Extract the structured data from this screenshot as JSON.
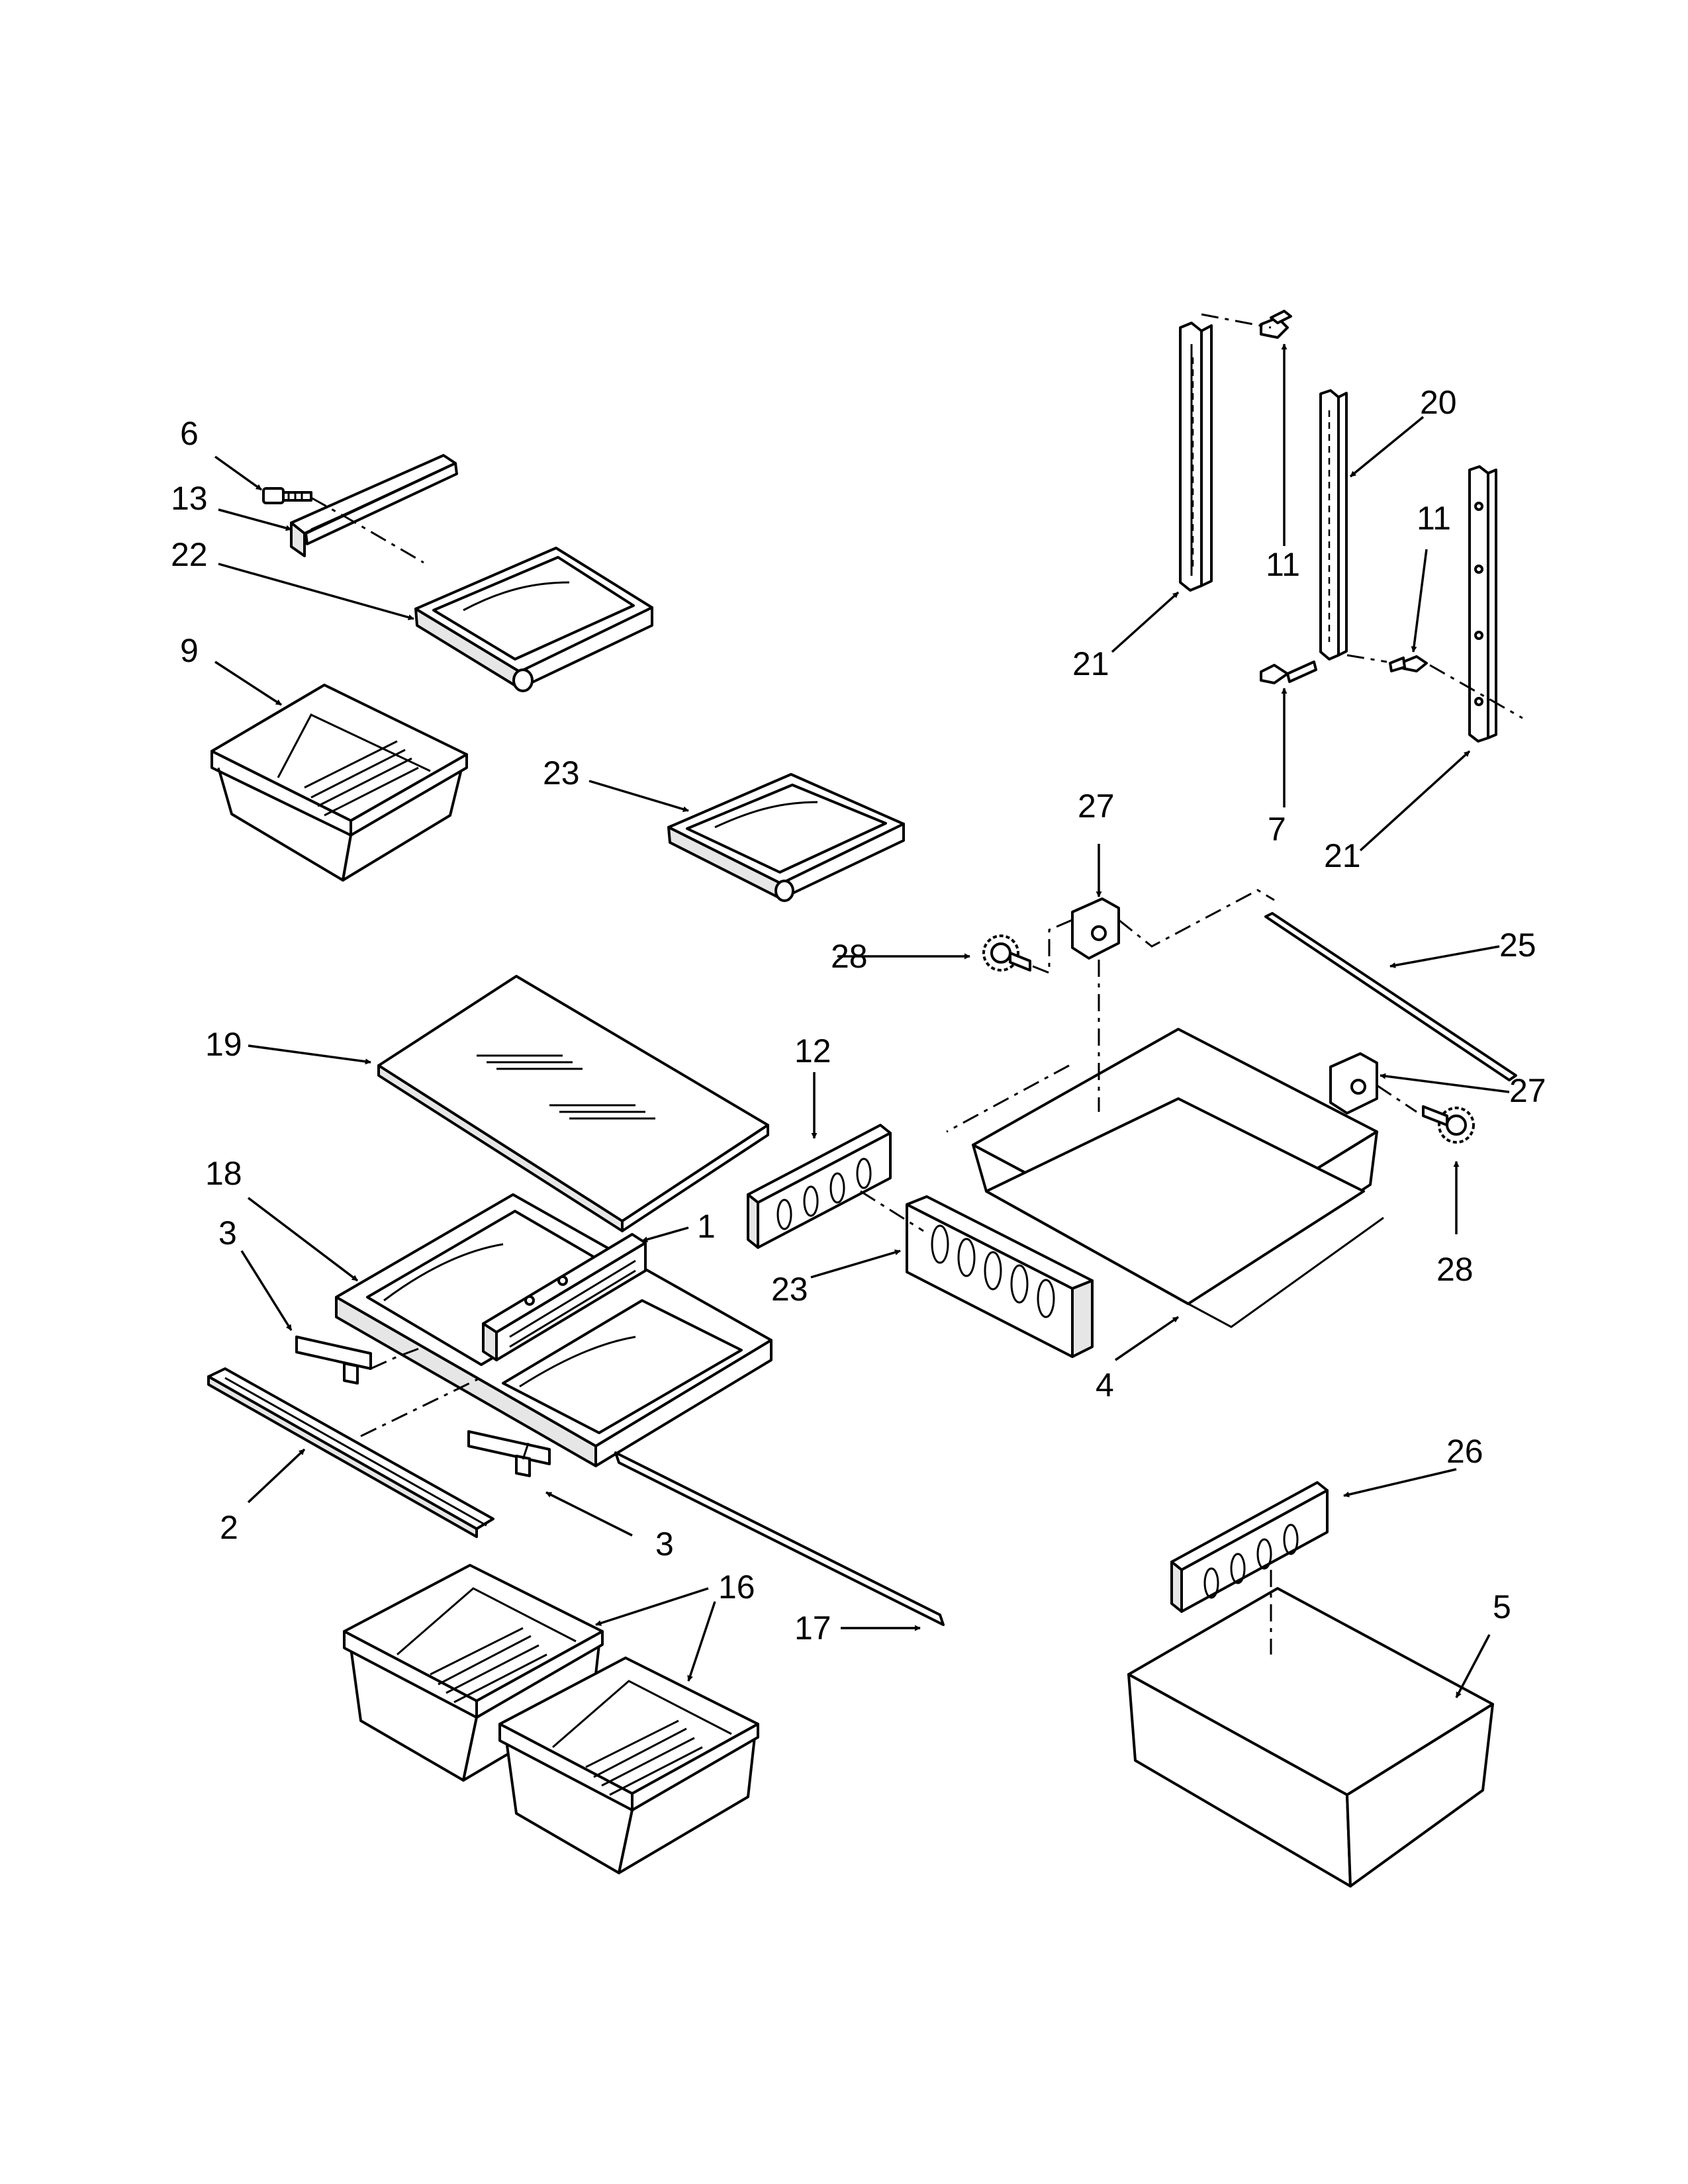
{
  "diagram": {
    "callouts": [
      "1",
      "2",
      "3",
      "3",
      "4",
      "5",
      "6",
      "7",
      "9",
      "11",
      "11",
      "12",
      "13",
      "16",
      "17",
      "18",
      "19",
      "20",
      "21",
      "21",
      "22",
      "23",
      "23",
      "25",
      "26",
      "27",
      "27",
      "28",
      "28"
    ]
  }
}
